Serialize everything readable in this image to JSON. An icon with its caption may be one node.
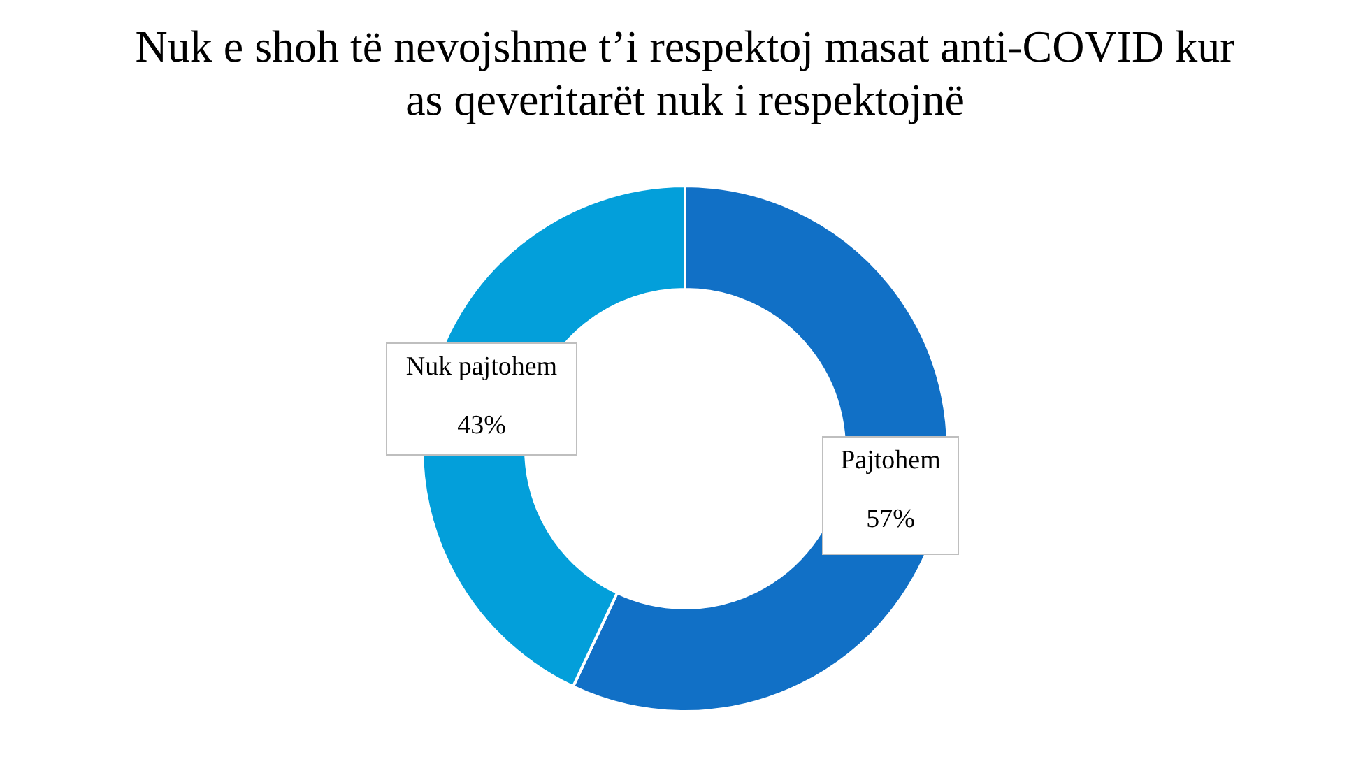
{
  "diagram": {
    "title": "Nuk e shoh të nevojshme t’i respektoj masat anti-COVID kur as qeveritarët nuk i respektojnë",
    "chart_data": {
      "type": "donut",
      "categories": [
        "Pajtohem",
        "Nuk pajtohem"
      ],
      "values": [
        57,
        43
      ],
      "value_labels": [
        "57%",
        "43%"
      ]
    }
  }
}
